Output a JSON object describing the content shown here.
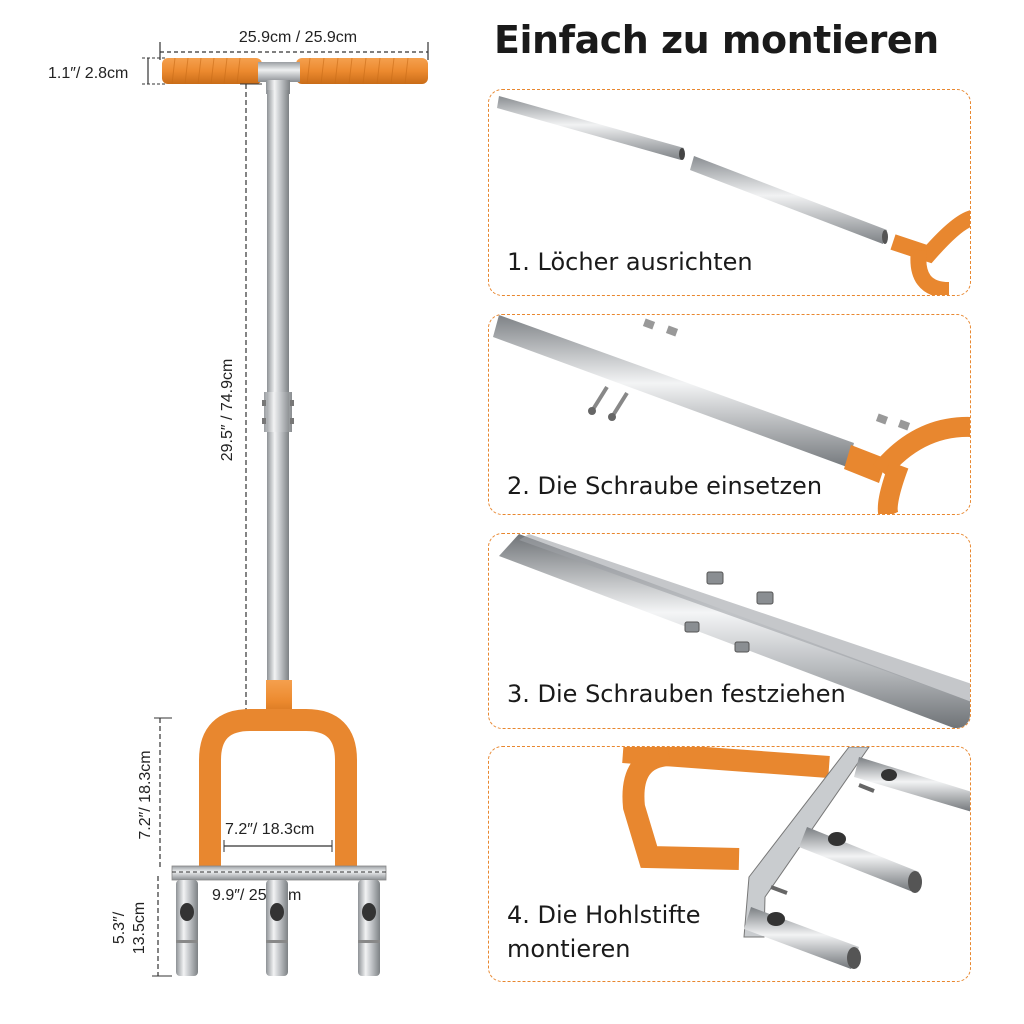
{
  "title": "Einfach zu montieren",
  "dimensions": {
    "handle_width": "25.9cm / 25.9cm",
    "grip_diameter": "1.1″/ 2.8cm",
    "shaft_length": "29.5″ / 74.9cm",
    "frame_height": "7.2″/ 18.3cm",
    "frame_inner_width": "7.2″/ 18.3cm",
    "base_width": "9.9″/ 25.1cm",
    "tine_length_top": "5.3″/",
    "tine_length_bottom": "13.5cm"
  },
  "steps": [
    {
      "label": "1. Löcher ausrichten"
    },
    {
      "label": "2. Die Schraube einsetzen"
    },
    {
      "label": "3. Die Schrauben festziehen"
    },
    {
      "label_line1": "4. Die Hohlstifte",
      "label_line2": "montieren"
    }
  ],
  "colors": {
    "accent": "#e8872f",
    "steel": "#b8bcc0",
    "text": "#1a1a1a"
  }
}
